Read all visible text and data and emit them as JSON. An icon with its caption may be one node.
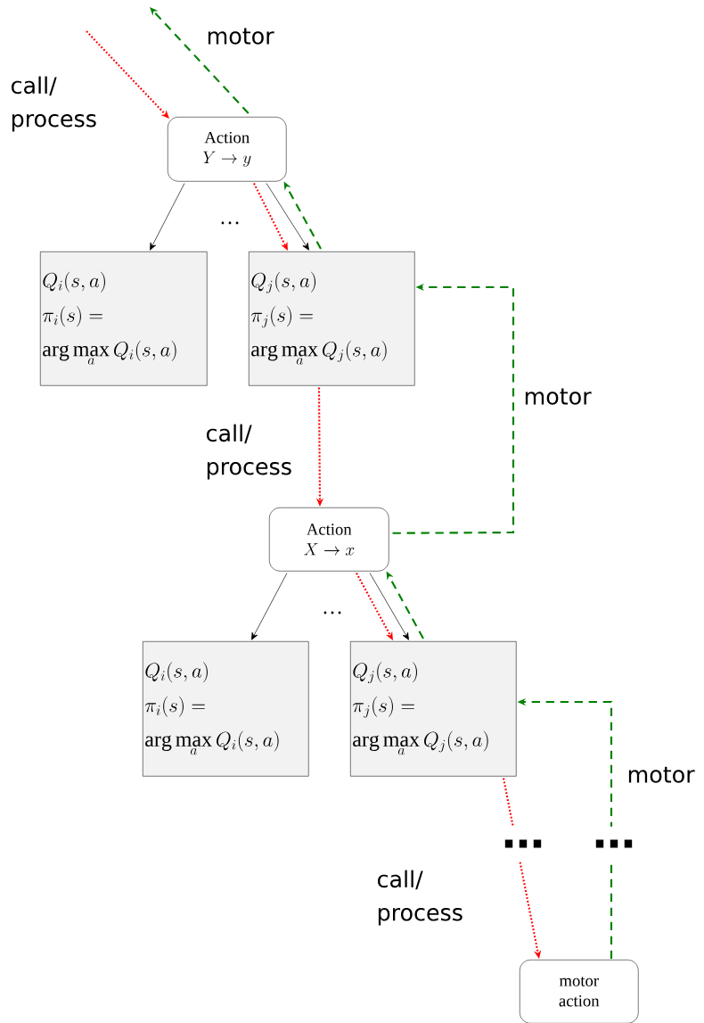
{
  "diagram": {
    "nodes": [
      {
        "text": [
          "Action",
          "Y\\to y"
        ]
      },
      {
        "text": [
          "Q_i(s,a)",
          "\\pi_i(s) =",
          "\\arg\\max_a Q_i(s,a)"
        ]
      },
      {
        "text": [
          "Q_j(s,a)",
          "\\pi_j(s) =",
          "\\arg\\max_a Q_j(s,a)"
        ]
      },
      {
        "text": [
          "Action",
          "X\\to x"
        ]
      },
      {
        "text": [
          "Q_i(s,a)",
          "\\pi_i(s) =",
          "\\arg\\max_a Q_i(s,a)"
        ]
      },
      {
        "text": [
          "Q_j(s,a)",
          "\\pi_j(s) =",
          "\\arg\\max_a Q_j(s,a)"
        ]
      },
      {
        "text": [
          "motor action"
        ]
      }
    ],
    "edges": [
      {
        "from": null,
        "to": 0,
        "arrow": "to",
        "label": "call/ process",
        "style": "dashed",
        "color": "#ff0000"
      },
      {
        "from": 0,
        "to": null,
        "arrow": "to",
        "label": "motor",
        "style": "dashed",
        "color": "#008000"
      },
      {
        "from": 0,
        "to": 1,
        "arrow": "to",
        "color": "#000000"
      },
      {
        "from": 0,
        "to": 2,
        "arrow": "to",
        "style": "dashed",
        "color": "#ff0000"
      },
      {
        "from": 0,
        "to": 2,
        "arrow": "to",
        "color": "#000000"
      },
      {
        "from": 2,
        "to": 0,
        "arrow": "to",
        "style": "dashed",
        "color": "#008000"
      },
      {
        "from": 2,
        "to": 3,
        "arrow": "to",
        "label": "call/ process",
        "style": "dashed",
        "color": "#ff0000"
      },
      {
        "from": 3,
        "to": 2,
        "arrow": "to",
        "label": "motor",
        "style": "dashed",
        "color": "#008000"
      },
      {
        "from": 3,
        "to": 4,
        "arrow": "to",
        "color": "#000000"
      },
      {
        "from": 3,
        "to": 5,
        "arrow": "to",
        "style": "dashed",
        "color": "#ff0000"
      },
      {
        "from": 3,
        "to": 5,
        "arrow": "to",
        "color": "#000000"
      },
      {
        "from": 5,
        "to": 3,
        "arrow": "to",
        "style": "dashed",
        "color": "#008000"
      },
      {
        "from": 5,
        "to": 6,
        "arrow": "to",
        "label": "call/ process",
        "style": "dashed",
        "color": "#ff0000"
      },
      {
        "from": 6,
        "to": 5,
        "arrow": "to",
        "label": "motor",
        "style": "dashed",
        "color": "#008000"
      }
    ],
    "labels": [
      "…",
      "…",
      "…",
      "…"
    ]
  }
}
